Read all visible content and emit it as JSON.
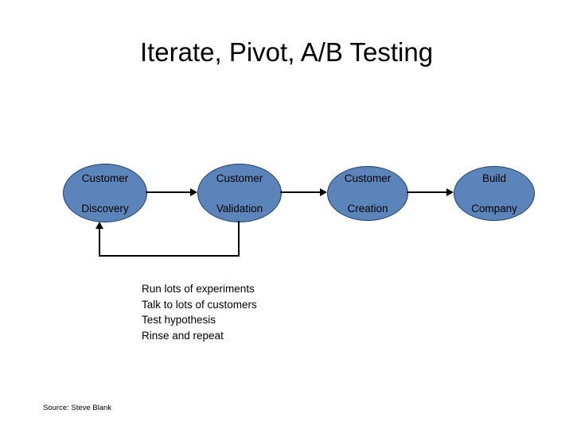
{
  "slide": {
    "title": "Iterate, Pivot, A/B Testing",
    "source": "Source: Steve Blank"
  },
  "diagram": {
    "type": "flow",
    "node_fill_color": "#5b84ba",
    "node_border_color": "#20406b",
    "nodes": [
      {
        "id": "customer-discovery",
        "label": "Customer\nDiscovery",
        "line1": "Customer",
        "line2": "Discovery"
      },
      {
        "id": "customer-validation",
        "label": "Customer\nValidation",
        "line1": "Customer",
        "line2": "Validation"
      },
      {
        "id": "customer-creation",
        "label": "Customer\nCreation",
        "line1": "Customer",
        "line2": "Creation"
      },
      {
        "id": "build-company",
        "label": "Build\nCompany",
        "line1": "Build",
        "line2": "Company"
      }
    ],
    "connectors": [
      {
        "from": "customer-discovery",
        "to": "customer-validation",
        "style": "arrow-right"
      },
      {
        "from": "customer-validation",
        "to": "customer-creation",
        "style": "arrow-right"
      },
      {
        "from": "customer-creation",
        "to": "build-company",
        "style": "arrow-right"
      },
      {
        "from": "customer-validation",
        "to": "customer-discovery",
        "style": "feedback-loop-up"
      }
    ]
  },
  "notes": {
    "lines": [
      "Run lots of experiments",
      "Talk to lots of customers",
      "Test hypothesis",
      "Rinse and repeat"
    ]
  }
}
